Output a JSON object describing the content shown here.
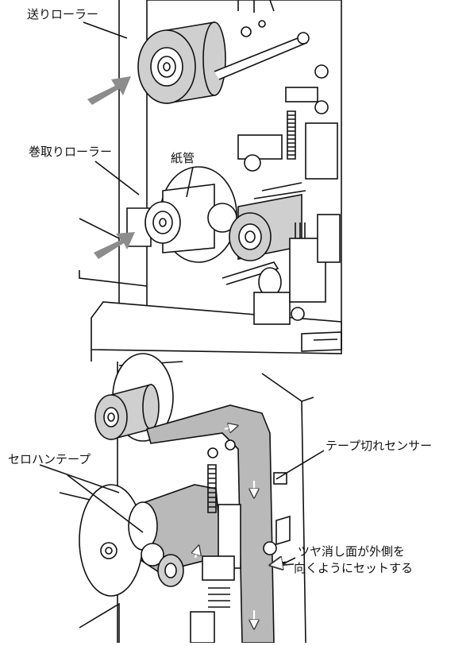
{
  "top_panel": {
    "labels": {
      "feed_roller": "送りローラー",
      "takeup_roller": "巻取りローラー",
      "paper_tube": "紙管"
    }
  },
  "bottom_panel": {
    "labels": {
      "cellophane_tape": "セロハンテープ",
      "tape_out_sensor": "テープ切れセンサー",
      "matte_side_line1": "ツヤ消し面が外側を",
      "matte_side_line2": "向くようにセットする"
    }
  },
  "colors": {
    "line": "#111111",
    "tape_fill": "#b9b9b9",
    "roller_fill": "#cfcfcf",
    "arrow_fill": "#8c8c8c"
  }
}
